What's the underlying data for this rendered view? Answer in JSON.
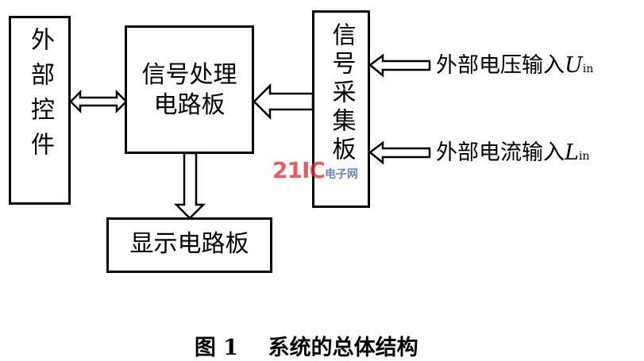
{
  "diagram": {
    "external_controls": "外部控件",
    "signal_processing_board_line1": "信号处理",
    "signal_processing_board_line2": "电路板",
    "signal_acquisition_board": "信号采集板",
    "display_board": "显示电路板",
    "voltage_input_label": "外部电压输入",
    "voltage_symbol": "U",
    "voltage_subscript": "in",
    "current_input_label": "外部电流输入",
    "current_symbol": "L",
    "current_subscript": "in"
  },
  "caption": "图 1    系统的总体结构",
  "watermark": {
    "brand": "21IC",
    "text": "电子网"
  }
}
